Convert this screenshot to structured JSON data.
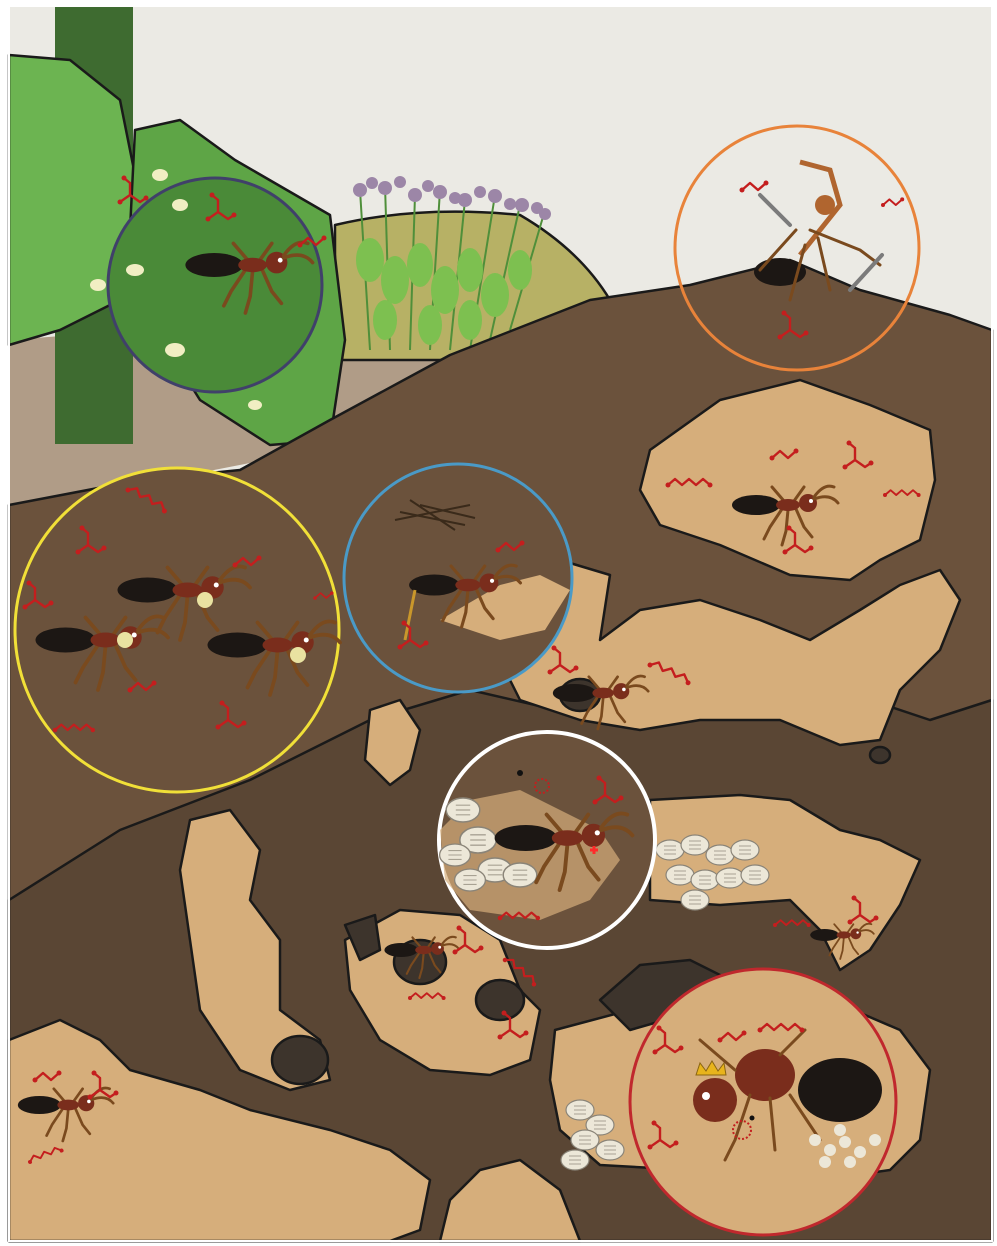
{
  "figure": {
    "kind": "illustrated diagram",
    "labels": []
  },
  "palette": {
    "sky": "#ebeae4",
    "soil_surface": "#6b523c",
    "soil_deep": "#5a4634",
    "chamber": "#d6ae7b",
    "tunnel_shadow": "#3d342c",
    "path_dirt": "#b09c87",
    "hill": "#b7b165",
    "tree_trunk": "#3e6b30",
    "leaf": "#5ea546",
    "leaf_light": "#6cb451",
    "leaf_dark": "#4a8a38",
    "pheromone": "#c41e1e",
    "ant_abdomen": "#1c1714",
    "ant_thorax": "#7a2d1c",
    "egg": "#ece7d8"
  },
  "task_circles": [
    {
      "id": "aphid-tending",
      "ring_color": "#40406a"
    },
    {
      "id": "nest-defense",
      "ring_color": "#e8833a"
    },
    {
      "id": "food-sharing",
      "ring_color": "#f1e038"
    },
    {
      "id": "nest-building",
      "ring_color": "#4a9ac7"
    },
    {
      "id": "brood-care",
      "ring_color": "#ffffff"
    },
    {
      "id": "queen",
      "ring_color": "#c0282d"
    }
  ]
}
